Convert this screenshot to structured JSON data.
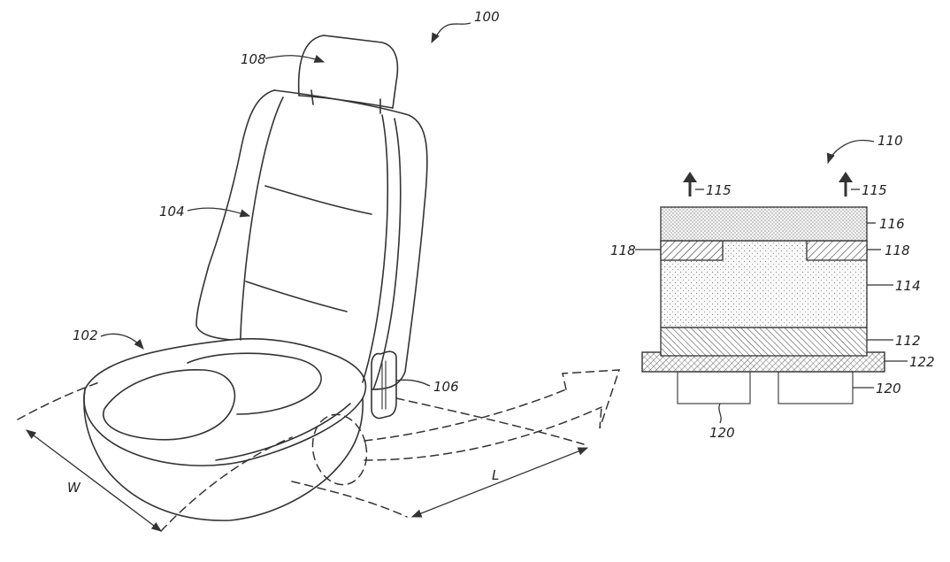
{
  "figure": {
    "seat_labels": {
      "assembly": "100",
      "headrest": "108",
      "seat_back": "104",
      "seat_cushion": "102",
      "heater_module": "106",
      "width": "W",
      "length": "L"
    },
    "stack_labels": {
      "stack": "110",
      "heat_flow_left": "115",
      "heat_flow_right": "115",
      "top_layer": "116",
      "electrode_left": "118",
      "electrode_right": "118",
      "middle_layer": "114",
      "bottom_layer": "112",
      "substrate": "122",
      "contact_right": "120",
      "contact_left": "120"
    }
  }
}
